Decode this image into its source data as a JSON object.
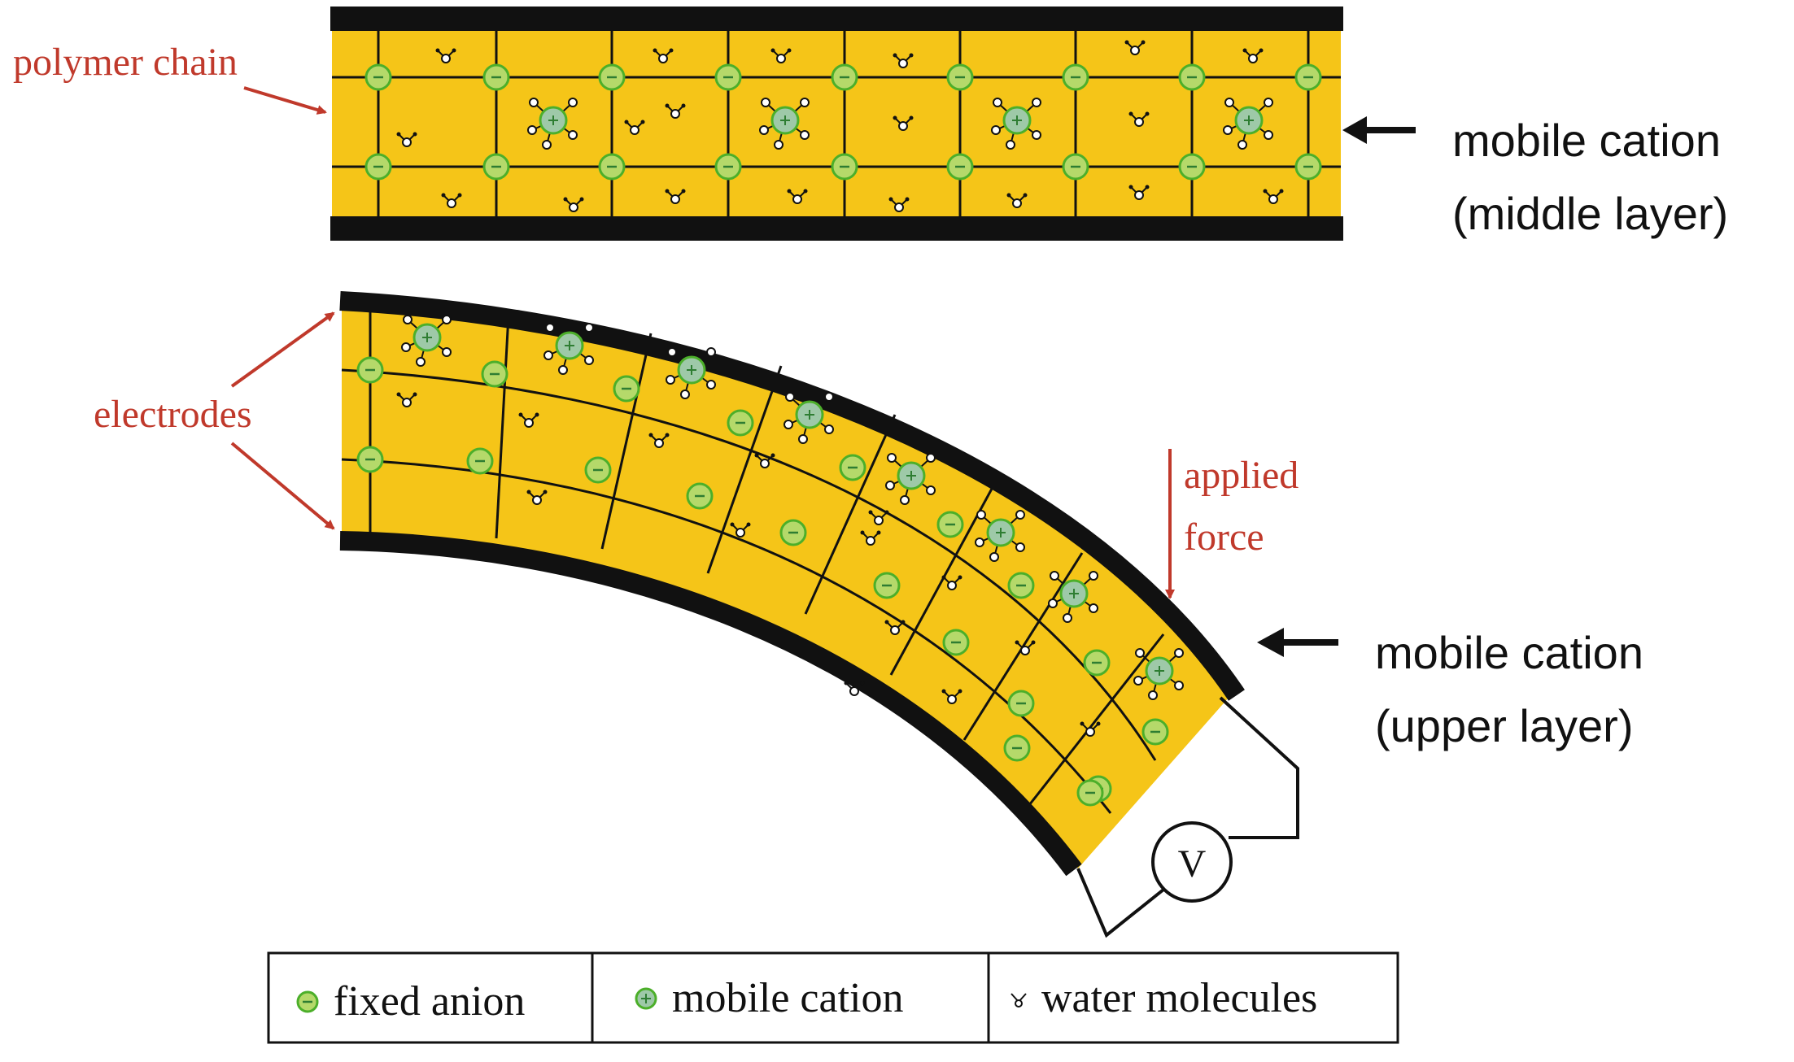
{
  "labels": {
    "polymer_chain": "polymer chain",
    "electrodes": "electrodes",
    "applied_force_1": "applied",
    "applied_force_2": "force",
    "mobile_cation_middle_1": "mobile cation",
    "mobile_cation_middle_2": "(middle layer)",
    "mobile_cation_upper_1": "mobile cation",
    "mobile_cation_upper_2": "(upper layer)",
    "voltmeter": "V"
  },
  "legend": {
    "fixed_anion": "fixed anion",
    "mobile_cation": "mobile cation",
    "water_molecules": "water molecules"
  },
  "colors": {
    "polymer_fill": "#f5c518",
    "electrode": "#111111",
    "annotation_red": "#c0392b",
    "anion_fill": "#b5d96a",
    "anion_stroke": "#4caf2a",
    "cation_fill": "#9ec9a8"
  }
}
